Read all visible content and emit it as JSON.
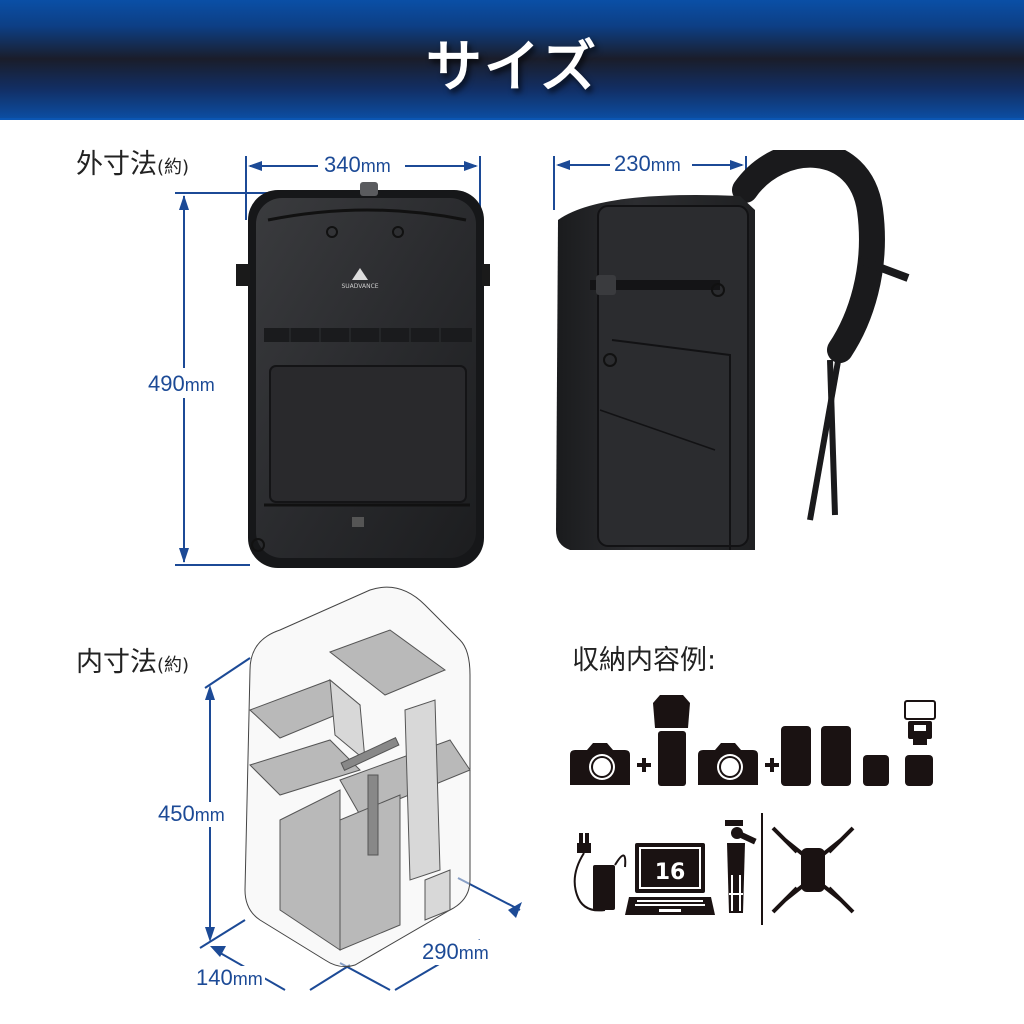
{
  "banner": {
    "title": "サイズ"
  },
  "outer": {
    "label": "外寸法",
    "label_suffix": "(約)",
    "width": {
      "value": "340",
      "unit": "mm"
    },
    "depth": {
      "value": "230",
      "unit": "mm"
    },
    "height": {
      "value": "490",
      "unit": "mm"
    },
    "brand_logo": "SUADVANCE"
  },
  "inner": {
    "label": "内寸法",
    "label_suffix": "(約)",
    "height": {
      "value": "450",
      "unit": "mm"
    },
    "width": {
      "value": "290",
      "unit": "mm"
    },
    "depth": {
      "value": "140",
      "unit": "mm"
    }
  },
  "contents": {
    "label": "収納内容例:",
    "row1": [
      "camera-icon",
      "plus-icon",
      "telephoto-lens-hood-icon",
      "camera-icon",
      "plus-icon",
      "lens-icon",
      "lens-icon",
      "short-lens-icon",
      "flash-icon",
      "short-lens-icon"
    ],
    "row2": [
      "ac-adapter-icon",
      "laptop-icon",
      "tripod-icon",
      "divider",
      "drone-icon"
    ],
    "laptop_size": "16"
  },
  "colors": {
    "dimension_blue": "#1c4a96",
    "banner_blue": "#0a4fa6",
    "icon_black": "#1a1212"
  }
}
